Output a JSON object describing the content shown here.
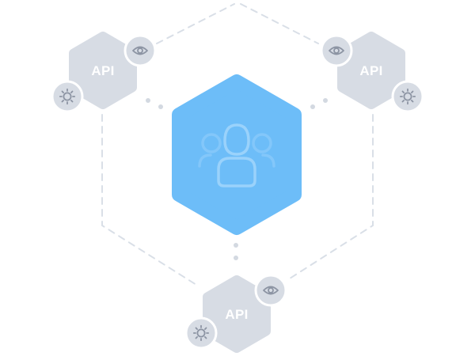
{
  "diagram": {
    "hub": {
      "icon": "users-group-icon",
      "color": "#6dbdf8",
      "icon_color": "#9ad2fb"
    },
    "nodes": [
      {
        "label": "API",
        "badges": [
          "eye-icon",
          "gear-icon"
        ]
      },
      {
        "label": "API",
        "badges": [
          "eye-icon",
          "gear-icon"
        ]
      },
      {
        "label": "API",
        "badges": [
          "eye-icon",
          "gear-icon"
        ]
      }
    ],
    "colors": {
      "node_fill": "#d7dce4",
      "node_text": "#ffffff",
      "badge_fill": "#d7dce4",
      "badge_icon": "#8c94a3",
      "connector": "#d9dfe7",
      "background": "#ffffff"
    }
  }
}
